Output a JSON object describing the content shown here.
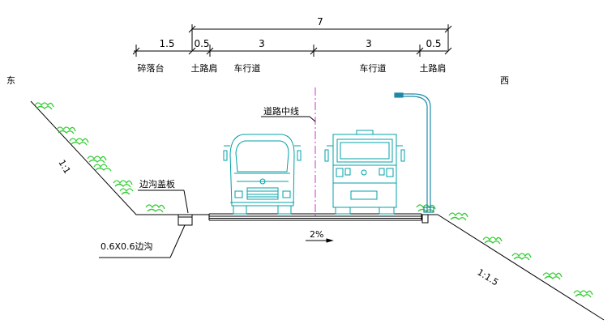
{
  "dimensions": {
    "total": "7",
    "berm": "1.5",
    "shoulder_left": "0.5",
    "lane_left": "3",
    "lane_right": "3",
    "shoulder_right": "0.5"
  },
  "labels": {
    "east": "东",
    "west": "西",
    "berm": "碎落台",
    "shoulder_left": "土路肩",
    "lane_left": "车行道",
    "lane_right": "车行道",
    "shoulder_right": "土路肩",
    "centerline": "道路中线",
    "ditch_cover": "边沟盖板",
    "ditch": "0.6X0.6边沟",
    "slope_left": "1:1",
    "slope_right": "1:1.5",
    "crossfall": "2%"
  },
  "colors": {
    "lines": "#000000",
    "vehicle": "#00a0a8",
    "lamp": "#1e88a8",
    "centerline": "#cc33cc",
    "vegetation": "#33cc33"
  }
}
